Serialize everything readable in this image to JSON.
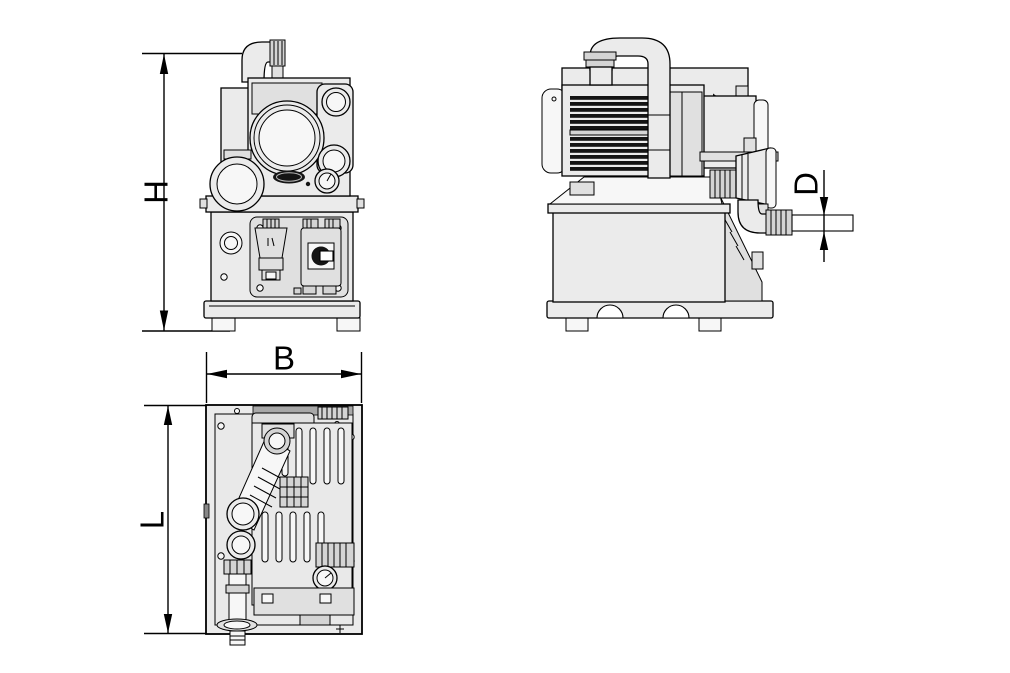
{
  "drawing": {
    "background": "#ffffff",
    "stroke_color": "#000000",
    "body_fill": "#ebebeb",
    "dark_fill": "#141414",
    "dimension_labels": {
      "height": "H",
      "width": "B",
      "length": "L",
      "diameter": "D"
    },
    "views": {
      "front": {
        "dimension_refs": [
          "H"
        ]
      },
      "side": {
        "dimension_refs": [
          "D"
        ]
      },
      "top": {
        "dimension_refs": [
          "B",
          "L"
        ]
      }
    }
  }
}
